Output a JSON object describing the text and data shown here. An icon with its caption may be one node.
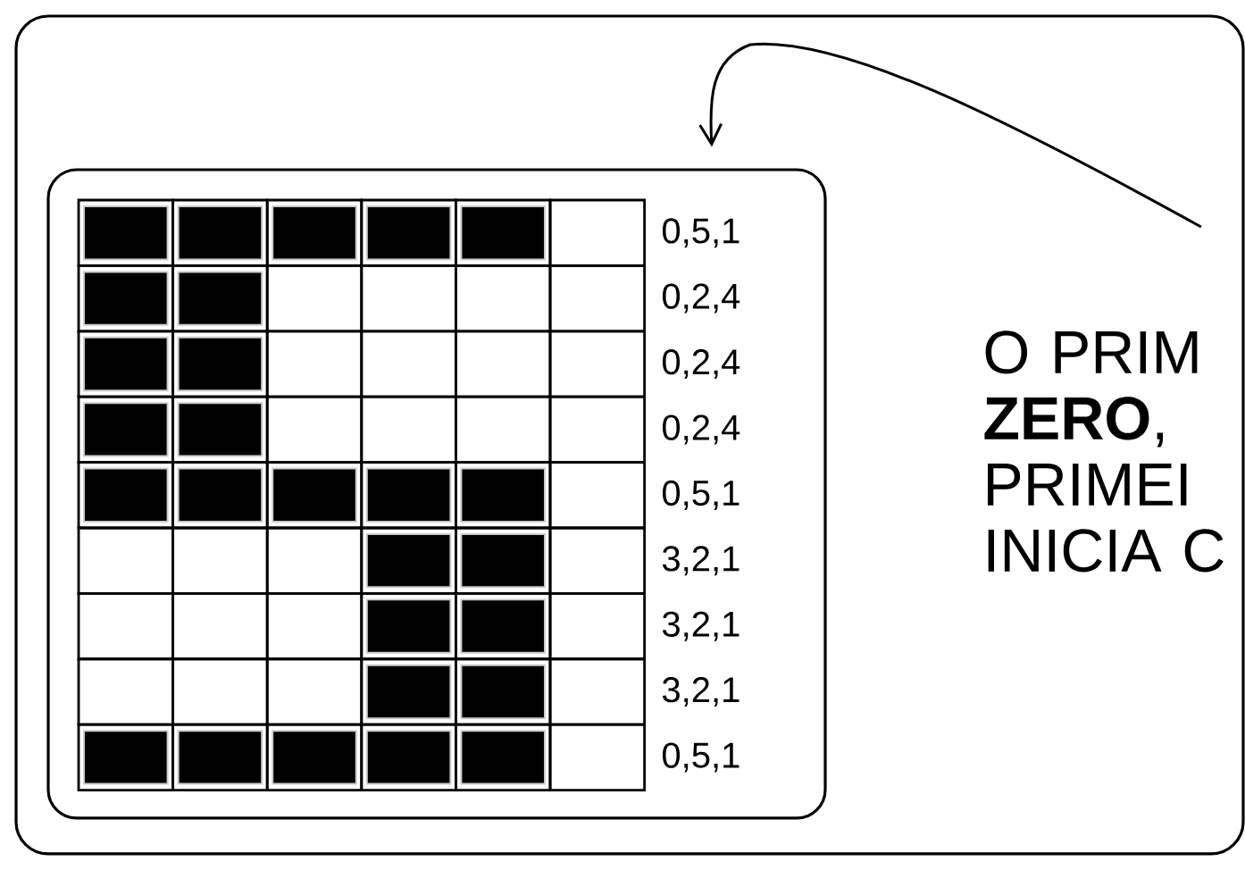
{
  "diagram": {
    "nodes": [
      {
        "text": [],
        "shape": "box"
      },
      {
        "text": [
          "O PRIM **ZERO**, PRIMEI INICIA C"
        ]
      }
    ],
    "edges": [
      {
        "from": 1,
        "to": 0,
        "arrow": "to"
      }
    ],
    "labels": [
      "0,5,1",
      "0,2,4",
      "0,2,4",
      "0,2,4",
      "0,5,1",
      "3,2,1",
      "3,2,1",
      "3,2,1",
      "0,5,1"
    ]
  }
}
